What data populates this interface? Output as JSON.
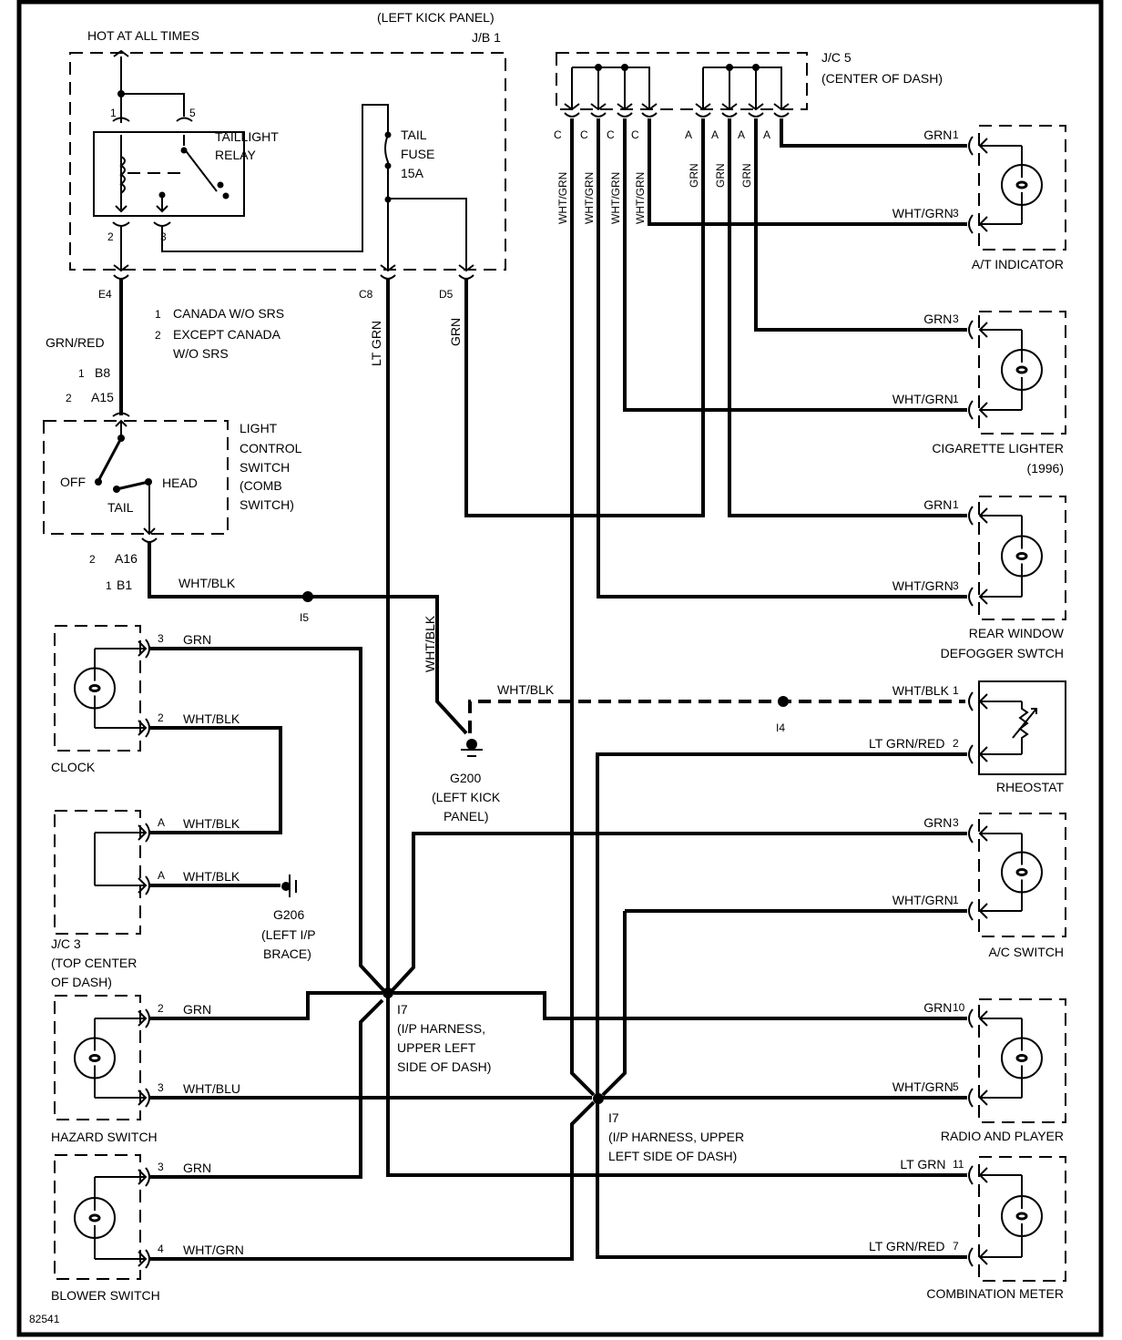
{
  "diagram": {
    "figure_id": "82541",
    "top": {
      "hot_at_all_times": "HOT AT ALL TIMES",
      "jb1_location": "(LEFT KICK PANEL)",
      "jb1_name": "J/B 1",
      "relay_name_1": "TAILLIGHT",
      "relay_name_2": "RELAY",
      "relay_pin_1": "1",
      "relay_pin_5": "5",
      "relay_pin_2": "2",
      "relay_pin_3": "3",
      "fuse_1": "TAIL",
      "fuse_2": "FUSE",
      "fuse_3": "15A",
      "conn_e4": "E4",
      "conn_c8": "C8",
      "conn_d5": "D5"
    },
    "jc5": {
      "name": "J/C 5",
      "location": "(CENTER OF DASH)",
      "pins": [
        "C",
        "C",
        "C",
        "C",
        "A",
        "A",
        "A",
        "A"
      ],
      "wire_labels": [
        "WHT/GRN",
        "WHT/GRN",
        "WHT/GRN",
        "WHT/GRN",
        "GRN",
        "GRN",
        "GRN"
      ]
    },
    "notes": {
      "n1_num": "1",
      "n1_text": "CANADA W/O SRS",
      "n2_num": "2",
      "n2_text_1": "EXCEPT CANADA",
      "n2_text_2": "W/O SRS"
    },
    "light_switch": {
      "wire_in": "GRN/RED",
      "pin_b8_num": "1",
      "pin_b8": "B8",
      "pin_a15_num": "2",
      "pin_a15": "A15",
      "off": "OFF",
      "head": "HEAD",
      "tail": "TAIL",
      "name_1": "LIGHT",
      "name_2": "CONTROL",
      "name_3": "SWITCH",
      "name_4": "(COMB",
      "name_5": "SWITCH)",
      "pin_a16_num": "2",
      "pin_a16": "A16",
      "pin_b1_num": "1",
      "pin_b1": "B1",
      "wire_out": "WHT/BLK",
      "junction": "I5"
    },
    "vertical_labels": {
      "lt_grn": "LT GRN",
      "grn": "GRN",
      "wht_blk": "WHT/BLK"
    },
    "ground_g200": {
      "wire": "WHT/BLK",
      "name": "G200",
      "loc_1": "(LEFT KICK",
      "loc_2": "PANEL)"
    },
    "ground_g206": {
      "name": "G206",
      "loc_1": "(LEFT I/P",
      "loc_2": "BRACE)"
    },
    "junction_i4": "I4",
    "junction_i7_upper": {
      "name": "I7",
      "loc_1": "(I/P HARNESS,",
      "loc_2": "UPPER LEFT",
      "loc_3": "SIDE OF DASH)"
    },
    "junction_i7_lower": {
      "name": "I7",
      "loc_1": "(I/P HARNESS, UPPER",
      "loc_2": "LEFT SIDE OF DASH)"
    },
    "left_components": [
      {
        "name": "CLOCK",
        "pins": [
          {
            "num": "3",
            "wire": "GRN"
          },
          {
            "num": "2",
            "wire": "WHT/BLK"
          }
        ]
      },
      {
        "name_1": "J/C 3",
        "name_2": "(TOP CENTER",
        "name_3": "OF DASH)",
        "pins": [
          {
            "num": "A",
            "wire": "WHT/BLK"
          },
          {
            "num": "A",
            "wire": "WHT/BLK"
          }
        ]
      },
      {
        "name": "HAZARD SWITCH",
        "pins": [
          {
            "num": "2",
            "wire": "GRN"
          },
          {
            "num": "3",
            "wire": "WHT/BLU"
          }
        ]
      },
      {
        "name": "BLOWER SWITCH",
        "pins": [
          {
            "num": "3",
            "wire": "GRN"
          },
          {
            "num": "4",
            "wire": "WHT/GRN"
          }
        ]
      }
    ],
    "right_components": [
      {
        "name": "A/T INDICATOR",
        "pins": [
          {
            "num": "1",
            "wire": "GRN"
          },
          {
            "num": "3",
            "wire": "WHT/GRN"
          }
        ]
      },
      {
        "name_1": "CIGARETTE LIGHTER",
        "name_2": "(1996)",
        "pins": [
          {
            "num": "3",
            "wire": "GRN"
          },
          {
            "num": "1",
            "wire": "WHT/GRN"
          }
        ]
      },
      {
        "name_1": "REAR WINDOW",
        "name_2": "DEFOGGER SWTCH",
        "pins": [
          {
            "num": "1",
            "wire": "GRN"
          },
          {
            "num": "3",
            "wire": "WHT/GRN"
          }
        ]
      },
      {
        "name": "RHEOSTAT",
        "pins": [
          {
            "num": "1",
            "wire": "WHT/BLK"
          },
          {
            "num": "2",
            "wire": "LT GRN/RED"
          }
        ]
      },
      {
        "name": "A/C SWITCH",
        "pins": [
          {
            "num": "3",
            "wire": "GRN"
          },
          {
            "num": "1",
            "wire": "WHT/GRN"
          }
        ]
      },
      {
        "name": "RADIO AND PLAYER",
        "pins": [
          {
            "num": "10",
            "wire": "GRN"
          },
          {
            "num": "5",
            "wire": "WHT/GRN"
          }
        ]
      },
      {
        "name": "COMBINATION METER",
        "pins": [
          {
            "num": "11",
            "wire": "LT GRN"
          },
          {
            "num": "7",
            "wire": "LT GRN/RED"
          }
        ]
      }
    ]
  }
}
